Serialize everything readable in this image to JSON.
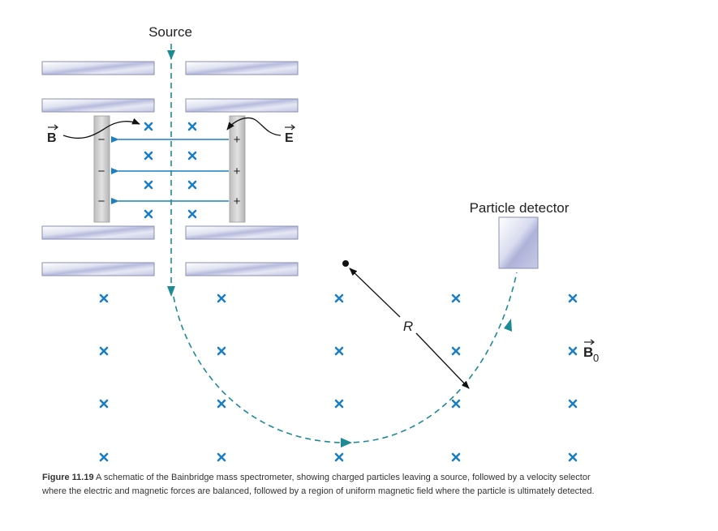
{
  "labels": {
    "source": "Source",
    "particle_detector": "Particle detector",
    "B_field": "B",
    "E_field": "E",
    "B0_field": "B",
    "B0_subscript": "0",
    "radius": "R",
    "minus": "−",
    "plus": "+"
  },
  "caption": {
    "figure_label": "Figure 11.19",
    "text": "A schematic of the Bainbridge mass spectrometer, showing charged particles leaving a source, followed by a velocity selector where the electric and magnetic forces are balanced, followed by a region of uniform magnetic field where the particle is ultimately detected."
  },
  "colors": {
    "field_marks": "#1b7fc1",
    "path": "#1e8a96",
    "arrows": "#1b7fc1",
    "text": "#222222"
  }
}
